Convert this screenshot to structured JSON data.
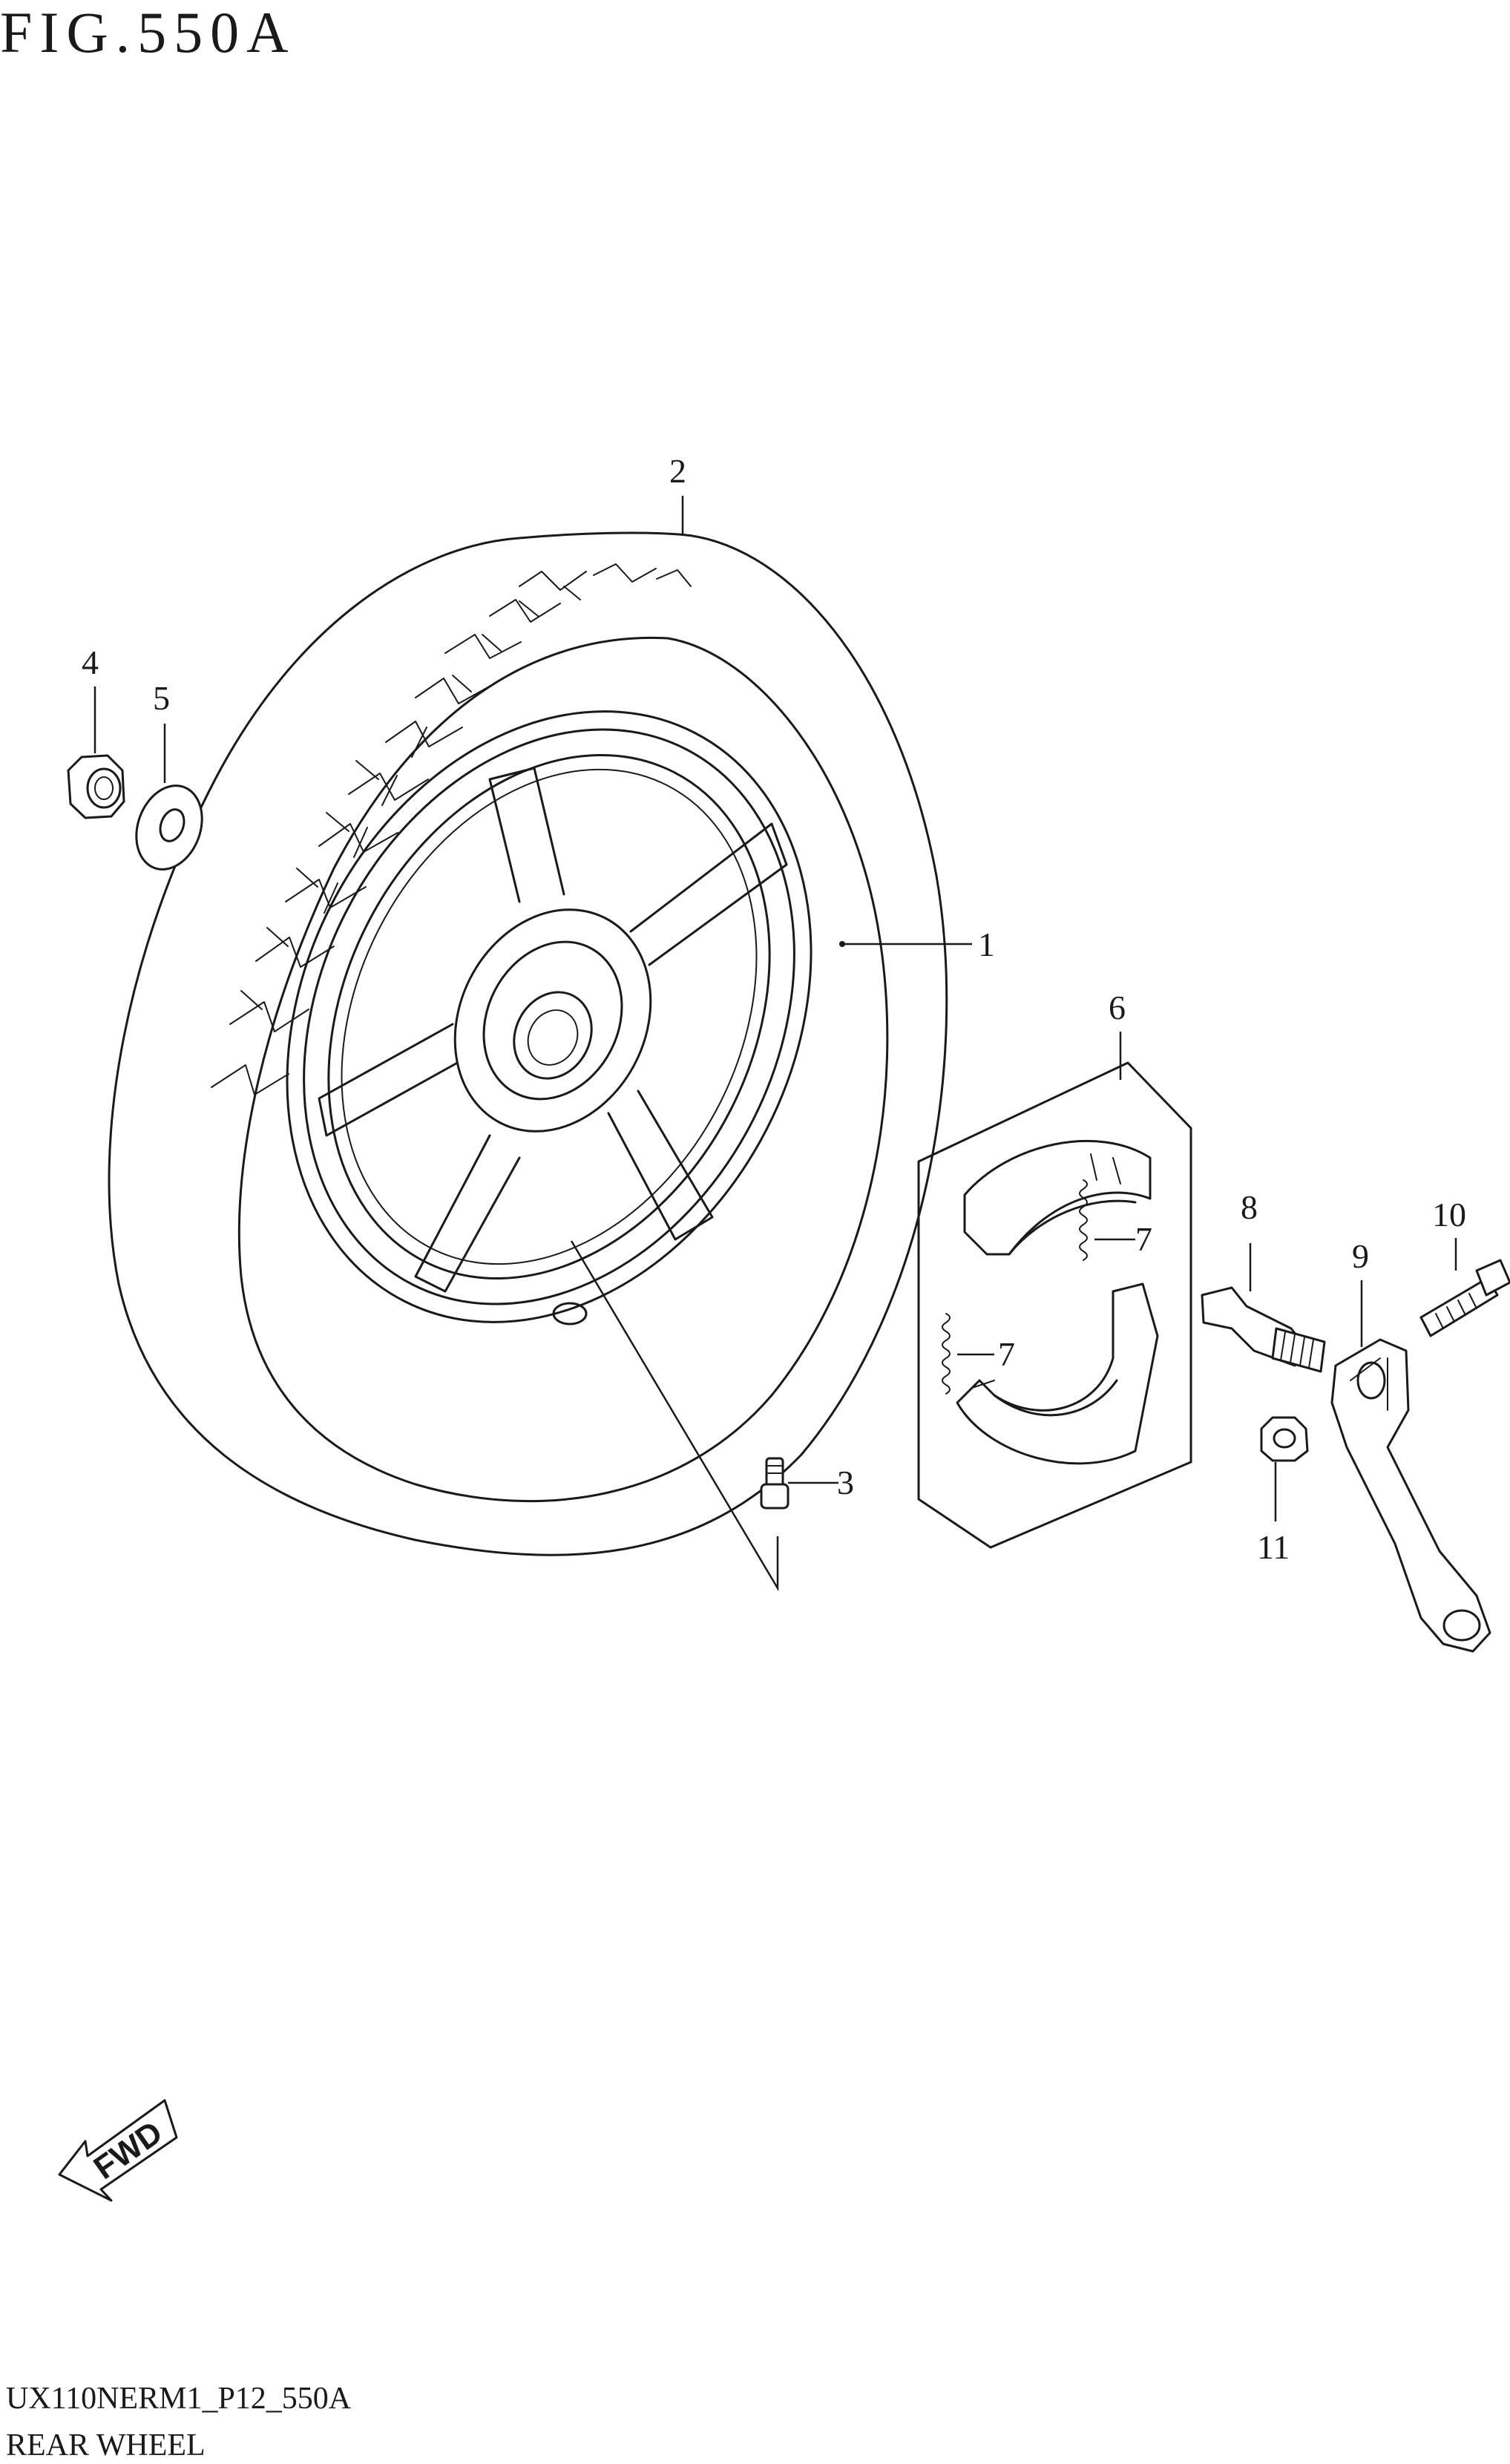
{
  "figure": {
    "title": "FIG.550A",
    "code": "UX110NERM1_P12_550A",
    "name": "REAR WHEEL",
    "direction_label": "FWD"
  },
  "callouts": [
    {
      "id": "c1",
      "label": "1",
      "part": "wheel-rim"
    },
    {
      "id": "c2",
      "label": "2",
      "part": "tire"
    },
    {
      "id": "c3",
      "label": "3",
      "part": "valve"
    },
    {
      "id": "c4",
      "label": "4",
      "part": "axle-nut"
    },
    {
      "id": "c5",
      "label": "5",
      "part": "washer"
    },
    {
      "id": "c6",
      "label": "6",
      "part": "brake-shoe-set"
    },
    {
      "id": "c7a",
      "label": "7",
      "part": "shoe-spring"
    },
    {
      "id": "c7b",
      "label": "7",
      "part": "shoe-spring"
    },
    {
      "id": "c8",
      "label": "8",
      "part": "brake-cam-shaft"
    },
    {
      "id": "c9",
      "label": "9",
      "part": "brake-cam-lever"
    },
    {
      "id": "c10",
      "label": "10",
      "part": "lever-bolt"
    },
    {
      "id": "c11",
      "label": "11",
      "part": "lever-nut"
    }
  ]
}
